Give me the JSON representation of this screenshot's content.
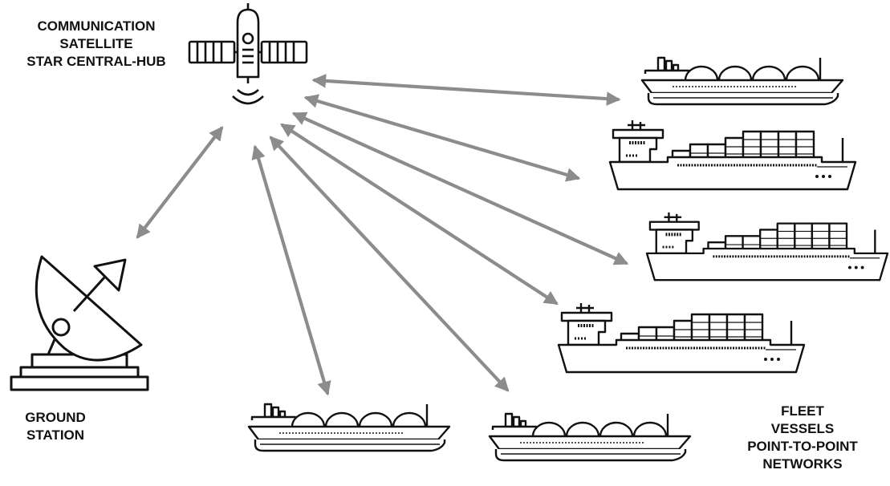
{
  "satellite": {
    "label_lines": [
      "COMMUNICATION",
      "SATELLITE",
      "STAR CENTRAL-HUB"
    ],
    "icon": "satellite-icon"
  },
  "ground_station": {
    "label_lines": [
      "GROUND",
      "STATION"
    ],
    "icon": "satellite-dish-icon"
  },
  "fleet": {
    "label_lines": [
      "FLEET",
      "VESSELS",
      "POINT-TO-POINT",
      "NETWORKS"
    ],
    "vessels": [
      {
        "type": "lng-carrier",
        "icon": "lng-tanker-icon"
      },
      {
        "type": "container-ship",
        "icon": "container-ship-icon"
      },
      {
        "type": "container-ship",
        "icon": "container-ship-icon"
      },
      {
        "type": "container-ship",
        "icon": "container-ship-icon"
      },
      {
        "type": "lng-carrier",
        "icon": "lng-tanker-icon"
      },
      {
        "type": "lng-carrier",
        "icon": "lng-tanker-icon"
      }
    ]
  },
  "links": [
    {
      "from": "satellite",
      "to": "ground-station",
      "direction": "bidirectional"
    },
    {
      "from": "satellite",
      "to": "vessel-1",
      "direction": "bidirectional"
    },
    {
      "from": "satellite",
      "to": "vessel-2",
      "direction": "bidirectional"
    },
    {
      "from": "satellite",
      "to": "vessel-3",
      "direction": "bidirectional"
    },
    {
      "from": "satellite",
      "to": "vessel-4",
      "direction": "bidirectional"
    },
    {
      "from": "satellite",
      "to": "vessel-5",
      "direction": "bidirectional"
    },
    {
      "from": "satellite",
      "to": "vessel-6",
      "direction": "bidirectional"
    }
  ],
  "colors": {
    "arrow": "#8c8c8c",
    "stroke": "#111111",
    "background": "#ffffff"
  }
}
